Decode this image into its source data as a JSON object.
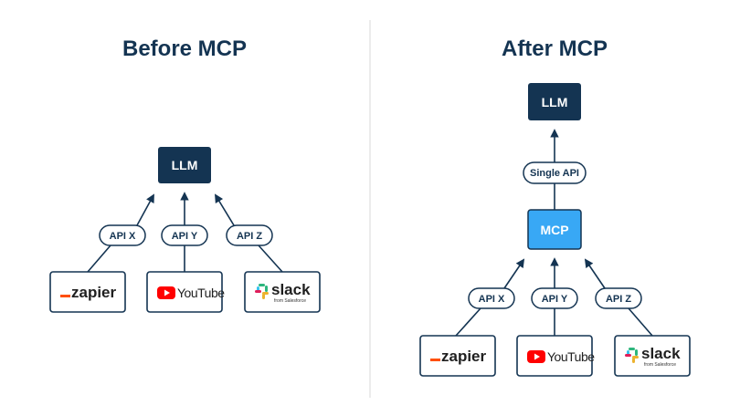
{
  "colors": {
    "navy": "#143452",
    "mcp_blue": "#38a8f5",
    "line": "#143452",
    "divider": "#e6e6e6",
    "zapier_orange": "#ff4f00",
    "youtube_red": "#ff0000"
  },
  "before": {
    "title": "Before MCP",
    "llm_label": "LLM",
    "apis": [
      "API X",
      "API Y",
      "API Z"
    ]
  },
  "after": {
    "title": "After MCP",
    "llm_label": "LLM",
    "single_api_label": "Single API",
    "mcp_label": "MCP",
    "apis": [
      "API X",
      "API Y",
      "API Z"
    ]
  },
  "logos": {
    "zapier": {
      "icon": "zapier-logo",
      "text": "zapier"
    },
    "youtube": {
      "icon": "youtube-logo",
      "text": "YouTube"
    },
    "slack": {
      "icon": "slack-logo",
      "text": "slack",
      "subtext": "from Salesforce"
    }
  }
}
